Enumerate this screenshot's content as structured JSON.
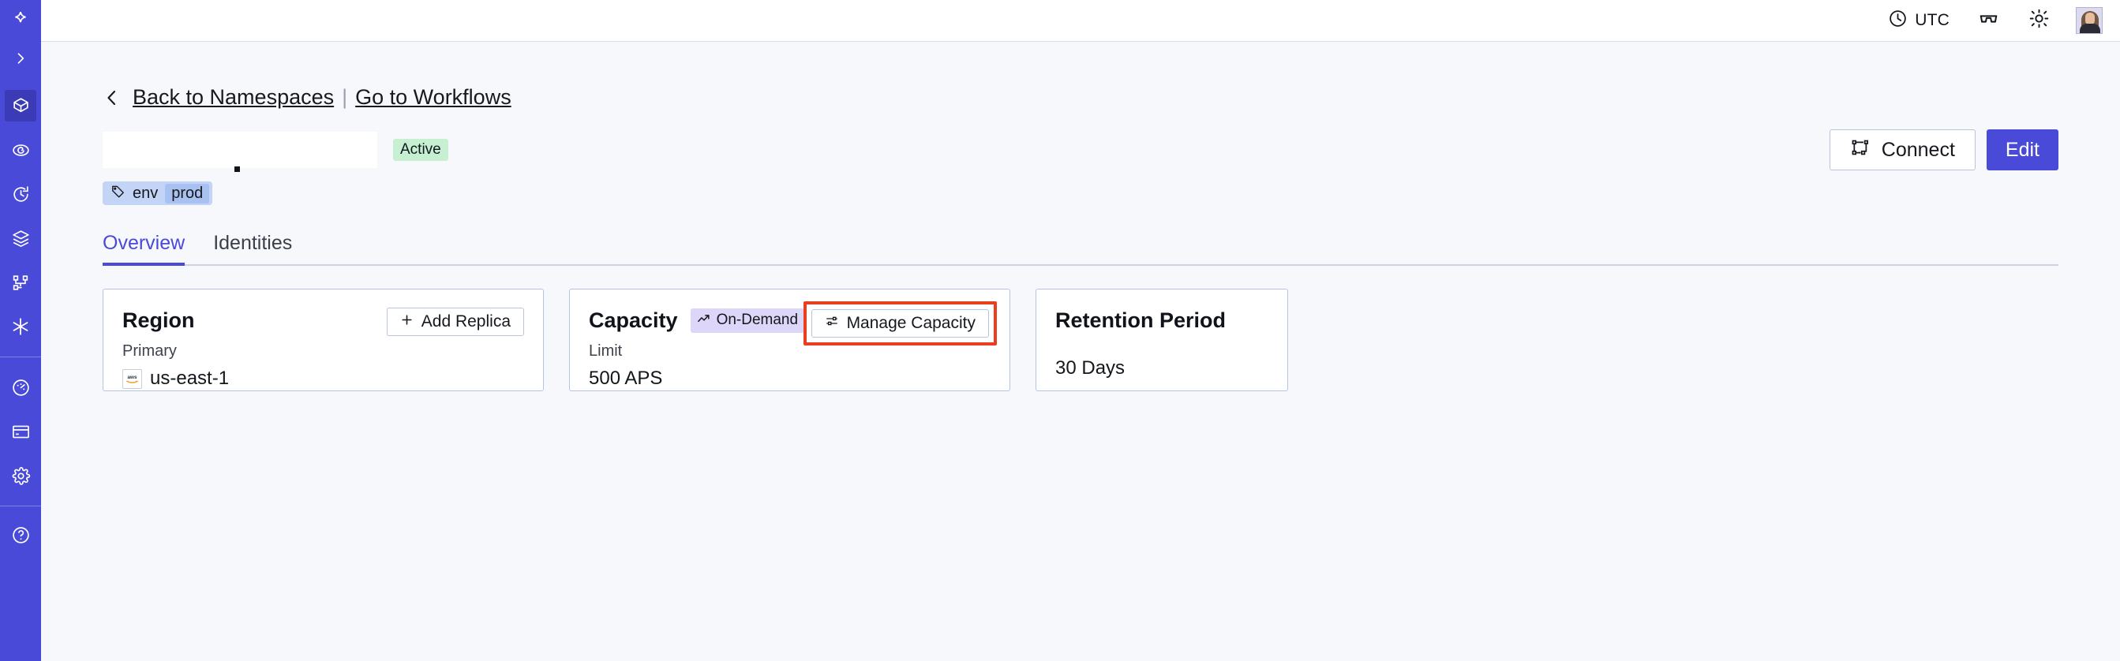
{
  "sidebar": {
    "brand_color": "#4a4ad9",
    "active_color": "#3b3bb8",
    "items": [
      {
        "name": "logo",
        "icon": "compass-star-icon",
        "active": false
      },
      {
        "name": "expand",
        "icon": "chevron-right-icon",
        "active": false
      },
      {
        "name": "namespaces",
        "icon": "cube-icon",
        "active": true
      },
      {
        "name": "observability",
        "icon": "eye-spiral-icon",
        "active": false
      },
      {
        "name": "schedules",
        "icon": "clock-rotate-icon",
        "active": false
      },
      {
        "name": "batch",
        "icon": "layers-icon",
        "active": false
      },
      {
        "name": "workflows",
        "icon": "workflow-graph-icon",
        "active": false
      },
      {
        "name": "nexus",
        "icon": "asterisk-icon",
        "active": false
      },
      {
        "name": "usage",
        "icon": "gauge-icon",
        "active": false
      },
      {
        "name": "billing",
        "icon": "credit-card-icon",
        "active": false
      },
      {
        "name": "settings",
        "icon": "gear-icon",
        "active": false
      },
      {
        "name": "support",
        "icon": "help-circle-icon",
        "active": false
      }
    ]
  },
  "header": {
    "timezone_label": "UTC",
    "timezone_icon": "clock-icon",
    "glasses_icon": "glasses-icon",
    "theme_icon": "sun-icon",
    "avatar": "user-avatar"
  },
  "breadcrumb": {
    "back_icon": "chevron-left-icon",
    "back_label": "Back to Namespaces",
    "separator": "|",
    "forward_label": "Go to Workflows"
  },
  "namespace": {
    "title": "",
    "title_redacted": true,
    "status": "Active",
    "status_color": "#c7f0d2",
    "tag": {
      "icon": "tag-icon",
      "key": "env",
      "value": "prod"
    }
  },
  "actions": {
    "connect_label": "Connect",
    "connect_icon": "connect-flow-icon",
    "edit_label": "Edit",
    "edit_color": "#4a4ad9"
  },
  "tabs": [
    {
      "label": "Overview",
      "active": true
    },
    {
      "label": "Identities",
      "active": false
    }
  ],
  "cards": {
    "region": {
      "title": "Region",
      "action_label": "Add Replica",
      "action_icon": "plus-icon",
      "sub_label": "Primary",
      "provider_icon": "aws-logo",
      "value": "us-east-1"
    },
    "capacity": {
      "title": "Capacity",
      "badge_label": "On-Demand",
      "badge_icon": "trending-up-icon",
      "badge_color": "#ddd6f9",
      "action_label": "Manage Capacity",
      "action_icon": "sliders-icon",
      "highlighted": true,
      "highlight_color": "#e8401f",
      "sub_label": "Limit",
      "value": "500 APS"
    },
    "retention": {
      "title": "Retention Period",
      "value": "30  Days"
    }
  }
}
